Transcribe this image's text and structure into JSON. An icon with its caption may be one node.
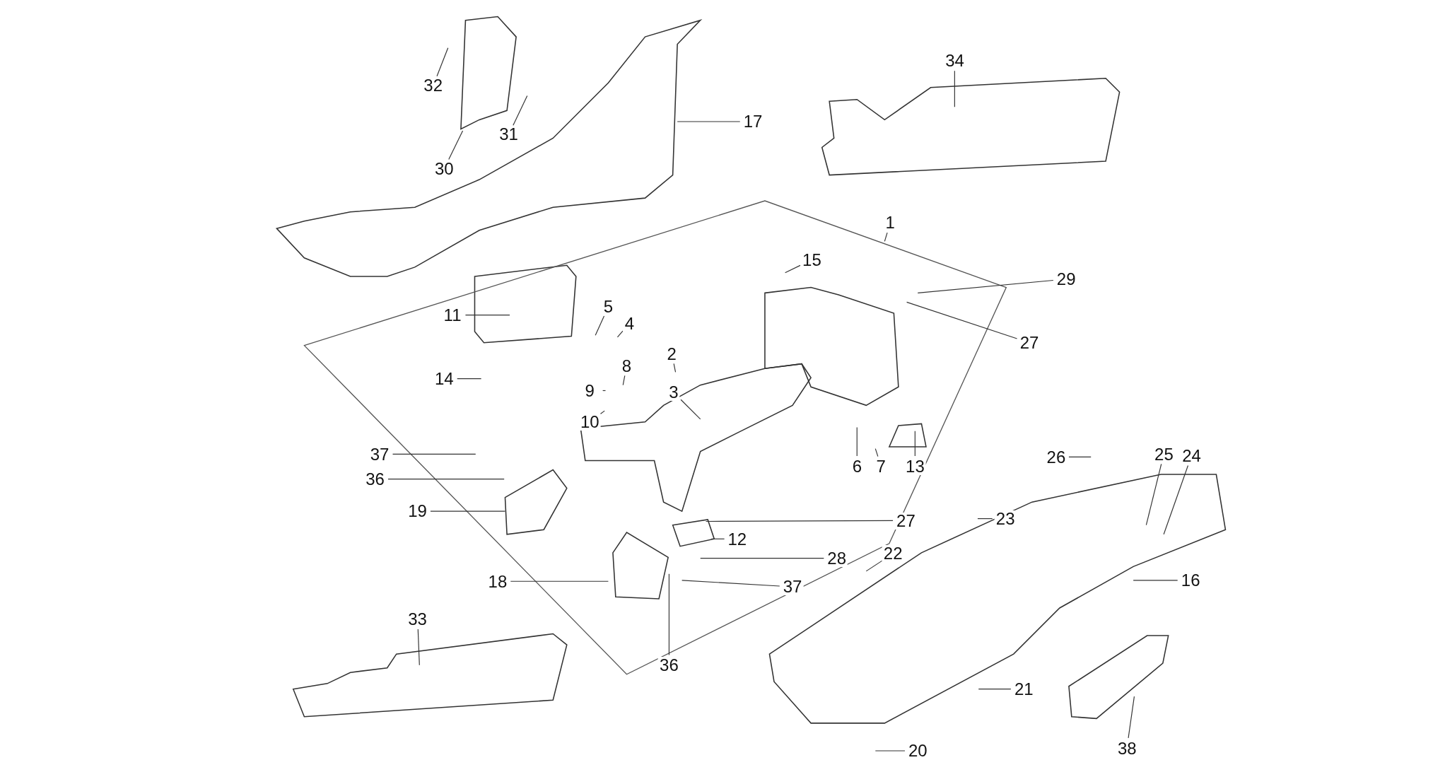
{
  "diagram": {
    "nodes": [
      {
        "text": [
          "32"
        ]
      },
      {
        "text": [
          "30"
        ]
      },
      {
        "text": [
          "31"
        ]
      },
      {
        "text": [
          "17"
        ]
      },
      {
        "text": [
          "34"
        ]
      },
      {
        "text": [
          "1"
        ]
      },
      {
        "text": [
          "15"
        ]
      },
      {
        "text": [
          "29"
        ]
      },
      {
        "text": [
          "27"
        ]
      },
      {
        "text": [
          "11"
        ]
      },
      {
        "text": [
          "5"
        ]
      },
      {
        "text": [
          "4"
        ]
      },
      {
        "text": [
          "2"
        ]
      },
      {
        "text": [
          "8"
        ]
      },
      {
        "text": [
          "14"
        ]
      },
      {
        "text": [
          "9"
        ]
      },
      {
        "text": [
          "3"
        ]
      },
      {
        "text": [
          "10"
        ]
      },
      {
        "text": [
          "6"
        ]
      },
      {
        "text": [
          "7"
        ]
      },
      {
        "text": [
          "13"
        ]
      },
      {
        "text": [
          "26"
        ]
      },
      {
        "text": [
          "25"
        ]
      },
      {
        "text": [
          "24"
        ]
      },
      {
        "text": [
          "37"
        ]
      },
      {
        "text": [
          "36"
        ]
      },
      {
        "text": [
          "19"
        ]
      },
      {
        "text": [
          "27"
        ]
      },
      {
        "text": [
          "23"
        ]
      },
      {
        "text": [
          "12"
        ]
      },
      {
        "text": [
          "22"
        ]
      },
      {
        "text": [
          "28"
        ]
      },
      {
        "text": [
          "16"
        ]
      },
      {
        "text": [
          "18"
        ]
      },
      {
        "text": [
          "37"
        ]
      },
      {
        "text": [
          "33"
        ]
      },
      {
        "text": [
          "36"
        ]
      },
      {
        "text": [
          "21"
        ]
      },
      {
        "text": [
          "20"
        ]
      },
      {
        "text": [
          "38"
        ]
      }
    ],
    "edges": [
      {
        "from": 0,
        "to": null,
        "arrow": "none"
      },
      {
        "from": 1,
        "to": null,
        "arrow": "none"
      },
      {
        "from": 2,
        "to": null,
        "arrow": "none"
      },
      {
        "from": 3,
        "to": null,
        "arrow": "none"
      },
      {
        "from": 4,
        "to": null,
        "arrow": "none"
      },
      {
        "from": 5,
        "to": null,
        "arrow": "none"
      },
      {
        "from": 6,
        "to": null,
        "arrow": "none"
      },
      {
        "from": 7,
        "to": null,
        "arrow": "none"
      },
      {
        "from": 8,
        "to": null,
        "arrow": "none"
      },
      {
        "from": 9,
        "to": null,
        "arrow": "none"
      },
      {
        "from": 10,
        "to": null,
        "arrow": "none"
      },
      {
        "from": 11,
        "to": null,
        "arrow": "none"
      },
      {
        "from": 12,
        "to": null,
        "arrow": "none"
      },
      {
        "from": 13,
        "to": null,
        "arrow": "none"
      },
      {
        "from": 14,
        "to": null,
        "arrow": "none"
      },
      {
        "from": 15,
        "to": null,
        "arrow": "none"
      },
      {
        "from": 16,
        "to": null,
        "arrow": "none"
      },
      {
        "from": 17,
        "to": null,
        "arrow": "none"
      },
      {
        "from": 18,
        "to": null,
        "arrow": "none"
      },
      {
        "from": 19,
        "to": null,
        "arrow": "none"
      },
      {
        "from": 20,
        "to": null,
        "arrow": "none"
      },
      {
        "from": 21,
        "to": null,
        "arrow": "none"
      },
      {
        "from": 22,
        "to": null,
        "arrow": "none"
      },
      {
        "from": 23,
        "to": null,
        "arrow": "none"
      },
      {
        "from": 24,
        "to": null,
        "arrow": "none"
      },
      {
        "from": 25,
        "to": null,
        "arrow": "none"
      },
      {
        "from": 26,
        "to": null,
        "arrow": "none"
      },
      {
        "from": 27,
        "to": null,
        "arrow": "none"
      },
      {
        "from": 28,
        "to": null,
        "arrow": "none"
      },
      {
        "from": 29,
        "to": null,
        "arrow": "none"
      },
      {
        "from": 30,
        "to": null,
        "arrow": "none"
      },
      {
        "from": 31,
        "to": null,
        "arrow": "none"
      },
      {
        "from": 32,
        "to": null,
        "arrow": "none"
      },
      {
        "from": 33,
        "to": null,
        "arrow": "none"
      },
      {
        "from": 34,
        "to": null,
        "arrow": "none"
      },
      {
        "from": 35,
        "to": null,
        "arrow": "none"
      },
      {
        "from": 36,
        "to": null,
        "arrow": "none"
      },
      {
        "from": 37,
        "to": null,
        "arrow": "none"
      },
      {
        "from": 38,
        "to": null,
        "arrow": "none"
      },
      {
        "from": 39,
        "to": null,
        "arrow": "none"
      }
    ]
  }
}
